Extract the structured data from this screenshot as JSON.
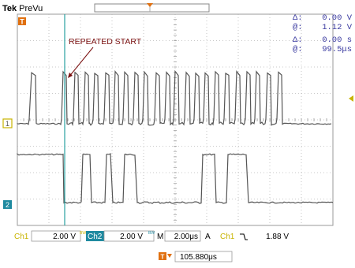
{
  "brand": {
    "tek": "Tek",
    "mode": "PreVu"
  },
  "cursor_readout": {
    "delta_v_symbol": "Δ:",
    "delta_v": "0.00 V",
    "at_v_symbol": "@:",
    "at_v": "1.12 V",
    "delta_t_symbol": "Δ:",
    "delta_t": "0.00 s",
    "at_t_symbol": "@:",
    "at_t": "99.5μs"
  },
  "annotation": {
    "label": "REPEATED START"
  },
  "markers": {
    "ch1": "1",
    "ch2": "2",
    "trigger_pos": "T"
  },
  "status_bar": {
    "ch1_label": "Ch1",
    "ch1_scale": "2.00 V",
    "ch2_label": "Ch2",
    "ch2_scale": "2.00 V",
    "bw_symbol": "BW",
    "timebase_mode": "M",
    "timebase": "2.00μs",
    "trigger_mode": "A",
    "trigger_source": "Ch1",
    "trigger_slope": "falling-edge-icon",
    "trigger_level": "1.88 V"
  },
  "horizontal_position": {
    "icon": "T→",
    "value": "105.880μs"
  },
  "colors": {
    "trace": "#555555",
    "grid": "#b8b8b8",
    "cursor": "#2aa0a0",
    "ch1": "#c8b400",
    "ch2": "#1f8aa0",
    "trigger": "#e07010",
    "annotation": "#7a1010"
  }
}
